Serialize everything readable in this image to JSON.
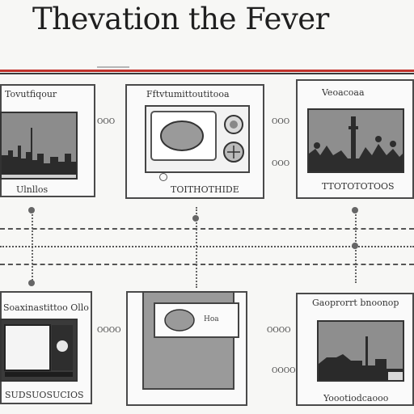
{
  "title": "Thevation the Fever",
  "top_row": {
    "left": {
      "heading": "Tovutfiqour",
      "caption": "Ulnllos"
    },
    "center": {
      "heading": "Fftvtumittoutitooa",
      "caption": "TOITHOTHIDE"
    },
    "right": {
      "heading": "Veoacoaa",
      "caption": "TTOTOTOTOOS"
    }
  },
  "bottom_row": {
    "left": {
      "heading": "Soaxinastittoo Ollo",
      "caption": "SUDSUOSUCIOS"
    },
    "center": {
      "dial_label": "Hoa"
    },
    "right": {
      "heading": "Gaoprorrt bnoonop",
      "caption": "Yoootiodcaooo"
    }
  },
  "side_labels": {
    "top_center_right_1": "OOO",
    "top_center_right_2": "OOO",
    "top_center_left": "OOO",
    "bottom_center_left": "OOOO",
    "bottom_center_right": "OOOO",
    "bottom_center_right_sm": "OOOO"
  },
  "colors": {
    "accent_red": "#c0322b",
    "line": "#4a4a4a",
    "scene": "#8e8e8e"
  }
}
